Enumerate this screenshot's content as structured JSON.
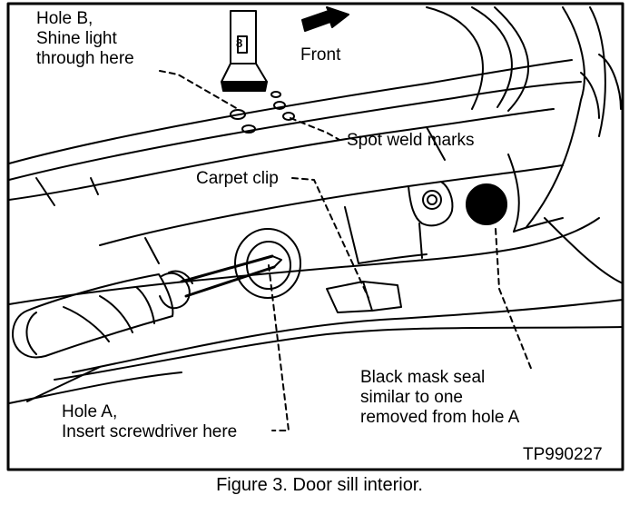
{
  "labels": {
    "hole_b_line1": "Hole B,",
    "hole_b_line2": "Shine light",
    "hole_b_line3": "through here",
    "front": "Front",
    "spot_weld": "Spot weld marks",
    "carpet_clip": "Carpet clip",
    "mask_seal_line1": "Black mask seal",
    "mask_seal_line2": "similar to one",
    "mask_seal_line3": "removed from hole A",
    "hole_a_line1": "Hole A,",
    "hole_a_line2": "Insert screwdriver here",
    "figure_id": "TP990227",
    "flashlight_glyph": "8"
  },
  "caption": "Figure 3. Door sill interior.",
  "colors": {
    "ink": "#000000",
    "paper": "#ffffff"
  }
}
